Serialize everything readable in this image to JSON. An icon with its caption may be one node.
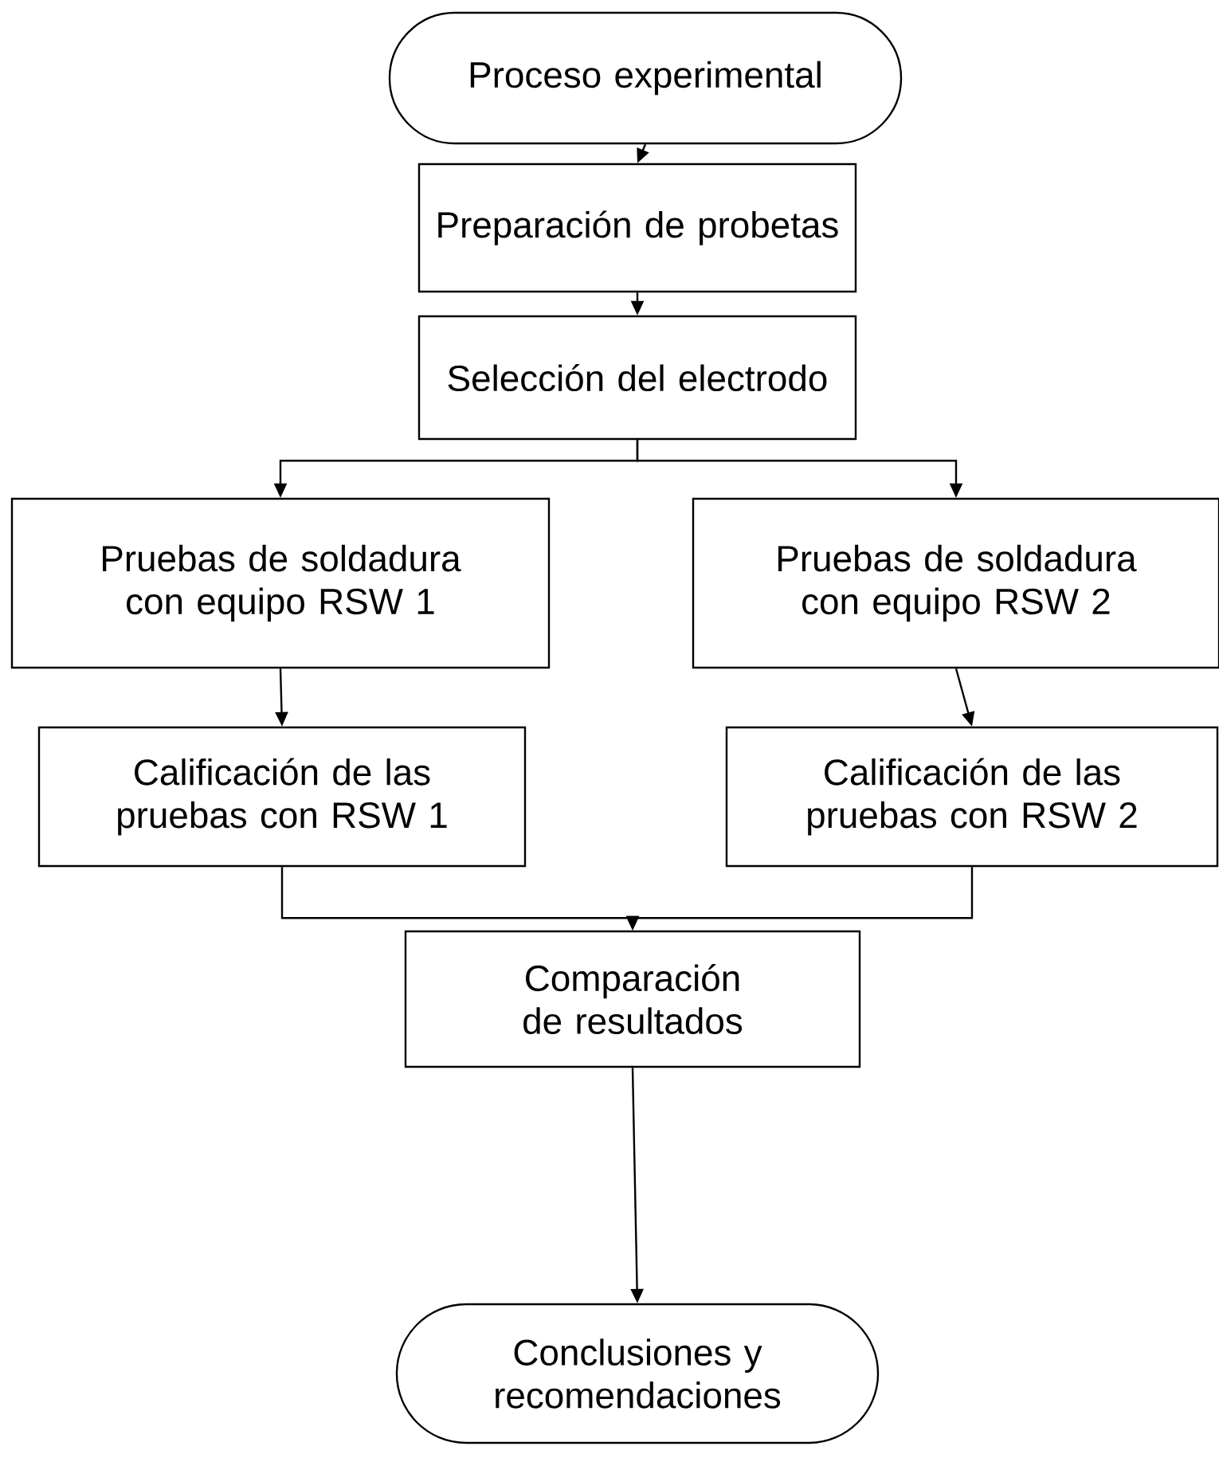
{
  "diagram": {
    "nodes": [
      {
        "text": [
          "Proceso experimental"
        ]
      },
      {
        "text": [
          "Preparación de probetas"
        ]
      },
      {
        "text": [
          "Selección del electrodo"
        ]
      },
      {
        "text": [
          "Pruebas de soldadura con equipo RSW 1"
        ]
      },
      {
        "text": [
          "Pruebas de soldadura con equipo RSW 2"
        ]
      },
      {
        "text": [
          "Calificación de las pruebas con RSW 1"
        ]
      },
      {
        "text": [
          "Calificación de las pruebas con RSW 2"
        ]
      },
      {
        "text": [
          "Comparación de resultados"
        ]
      },
      {
        "text": [
          "Conclusiones y recomendaciones"
        ]
      }
    ],
    "edges": [
      {
        "from": 0,
        "to": 1,
        "arrow": "to"
      },
      {
        "from": 1,
        "to": 2,
        "arrow": "to"
      },
      {
        "from": 2,
        "to": 3,
        "arrow": "to"
      },
      {
        "from": 2,
        "to": 4,
        "arrow": "to"
      },
      {
        "from": 3,
        "to": 5,
        "arrow": "to"
      },
      {
        "from": 4,
        "to": 6,
        "arrow": "to"
      },
      {
        "from": 5,
        "to": 7,
        "arrow": "to"
      },
      {
        "from": 6,
        "to": 7,
        "arrow": "to"
      },
      {
        "from": 7,
        "to": 8,
        "arrow": "to"
      }
    ]
  }
}
